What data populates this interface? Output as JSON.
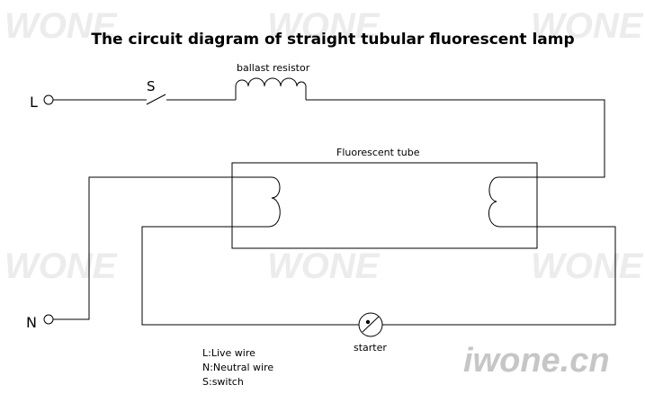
{
  "title": "The circuit diagram of straight tubular fluorescent lamp",
  "labels": {
    "live_terminal": "L",
    "neutral_terminal": "N",
    "switch": "S",
    "ballast": "ballast resistor",
    "tube": "Fluorescent tube",
    "starter": "starter"
  },
  "legend": [
    "L:Live wire",
    "N:Neutral wire",
    "S:switch"
  ],
  "watermark": "WONE",
  "logo": "iwone.cn"
}
